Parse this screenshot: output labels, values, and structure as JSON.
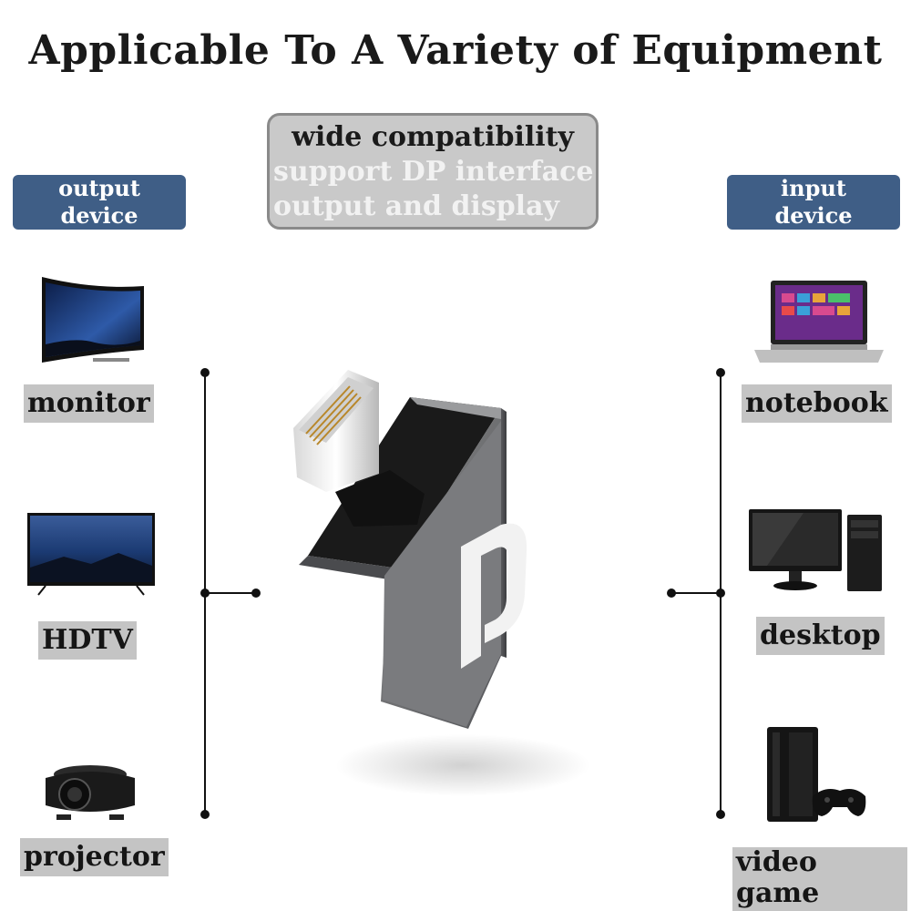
{
  "header": {
    "title": "Applicable To A Variety of  Equipment"
  },
  "compat_box": {
    "line1": "wide compatibility",
    "line2": "support DP interface",
    "line3": "output and display"
  },
  "output_tag": {
    "line1": "output",
    "line2": "device"
  },
  "input_tag": {
    "line1": "input",
    "line2": "device"
  },
  "output_devices": [
    {
      "label": "monitor",
      "icon": "curved-monitor-icon"
    },
    {
      "label": "HDTV",
      "icon": "tv-icon"
    },
    {
      "label": "projector",
      "icon": "projector-icon"
    }
  ],
  "input_devices": [
    {
      "label": "notebook",
      "icon": "laptop-icon"
    },
    {
      "label": "desktop",
      "icon": "desktop-pc-icon"
    },
    {
      "label": "video game console",
      "icon": "game-console-icon"
    }
  ],
  "adapter": {
    "logo_letter": "D"
  },
  "colors": {
    "tag_blue": "#3f5e86",
    "label_gray": "#c4c4c4",
    "box_gray": "#c9c9c9"
  }
}
